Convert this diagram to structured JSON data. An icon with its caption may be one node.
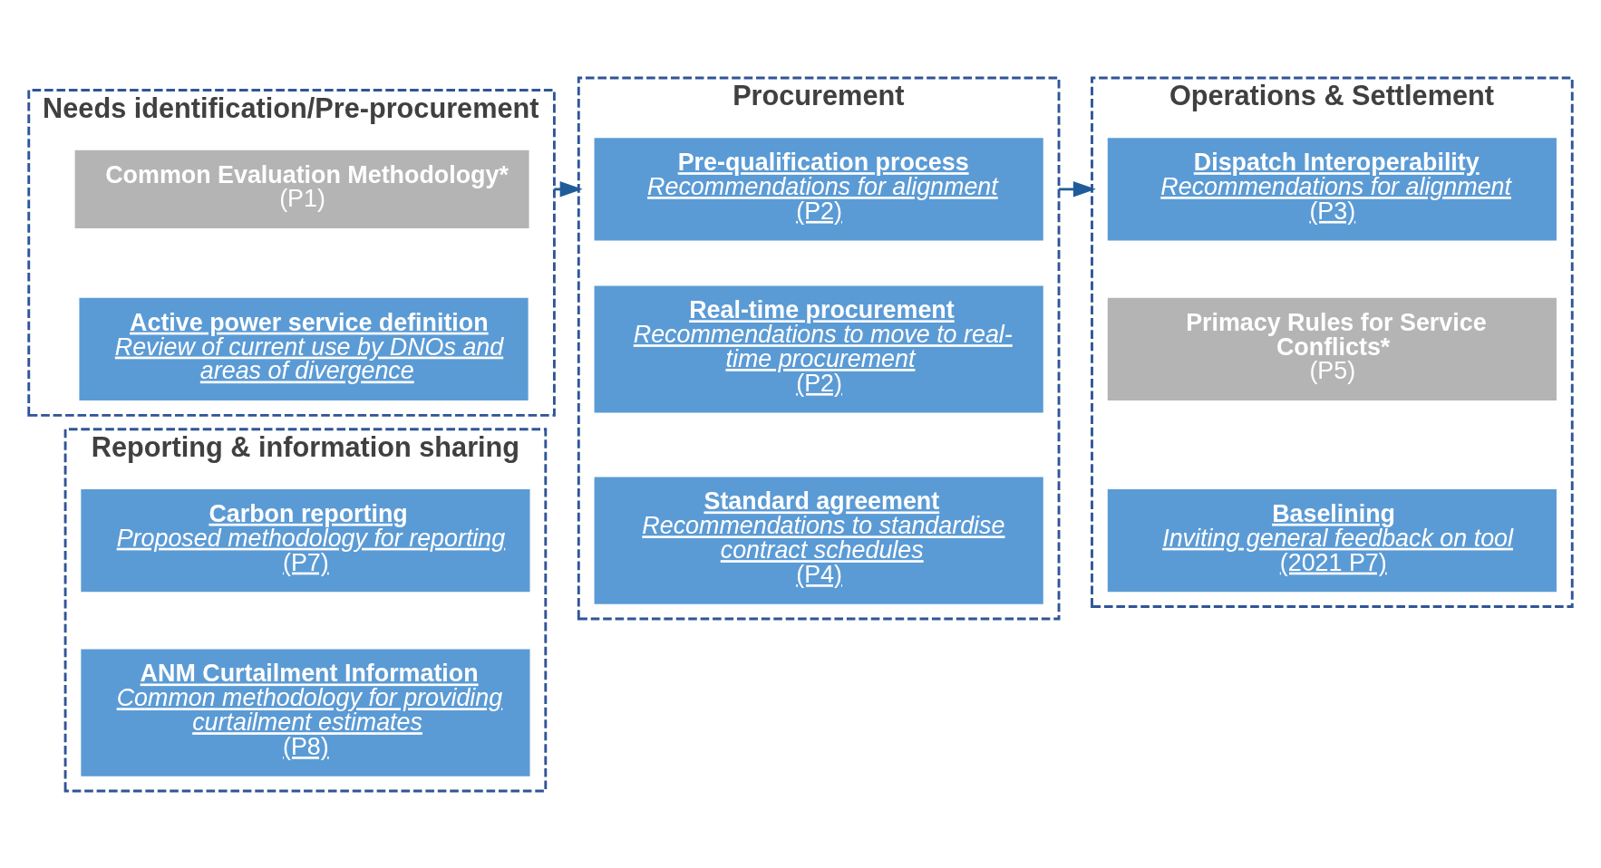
{
  "diagram": {
    "nodes": [
      {
        "text": [
          "Needs identification/Pre-procurement"
        ]
      },
      {
        "text": [
          "Common Evaluation Methodology*",
          "(P1)"
        ],
        "in": 0
      },
      {
        "text": [
          "Active power service definition",
          "Review of current use by DNOs and areas of divergence"
        ],
        "in": 0
      },
      {
        "text": [
          "Procurement"
        ]
      },
      {
        "text": [
          "Pre-qualification process",
          "Recommendations for alignment",
          "(P2)"
        ],
        "in": 3
      },
      {
        "text": [
          "Real-time procurement",
          "Recommendations to move to real-time procurement",
          "(P2)"
        ],
        "in": 3
      },
      {
        "text": [
          "Standard agreement",
          "Recommendations to standardise contract schedules",
          "(P4)"
        ],
        "in": 3
      },
      {
        "text": [
          "Operations & Settlement"
        ]
      },
      {
        "text": [
          "Dispatch Interoperability",
          "Recommendations for alignment",
          "(P3)"
        ],
        "in": 7
      },
      {
        "text": [
          "Primacy Rules for Service Conflicts*",
          "(P5)"
        ],
        "in": 7
      },
      {
        "text": [
          "Baselining",
          "Inviting general feedback on tool",
          "(2021 P7)"
        ],
        "in": 7
      },
      {
        "text": [
          "Reporting & information sharing"
        ]
      },
      {
        "text": [
          "Carbon reporting",
          "Proposed methodology for reporting",
          "(P7)"
        ],
        "in": 11
      },
      {
        "text": [
          "ANM Curtailment Information",
          "Common methodology for providing curtailment estimates",
          "(P8)"
        ],
        "in": 11
      }
    ],
    "edges": [
      {
        "from": 0,
        "to": 3,
        "arrow": "to"
      },
      {
        "from": 3,
        "to": 7,
        "arrow": "to"
      }
    ]
  }
}
